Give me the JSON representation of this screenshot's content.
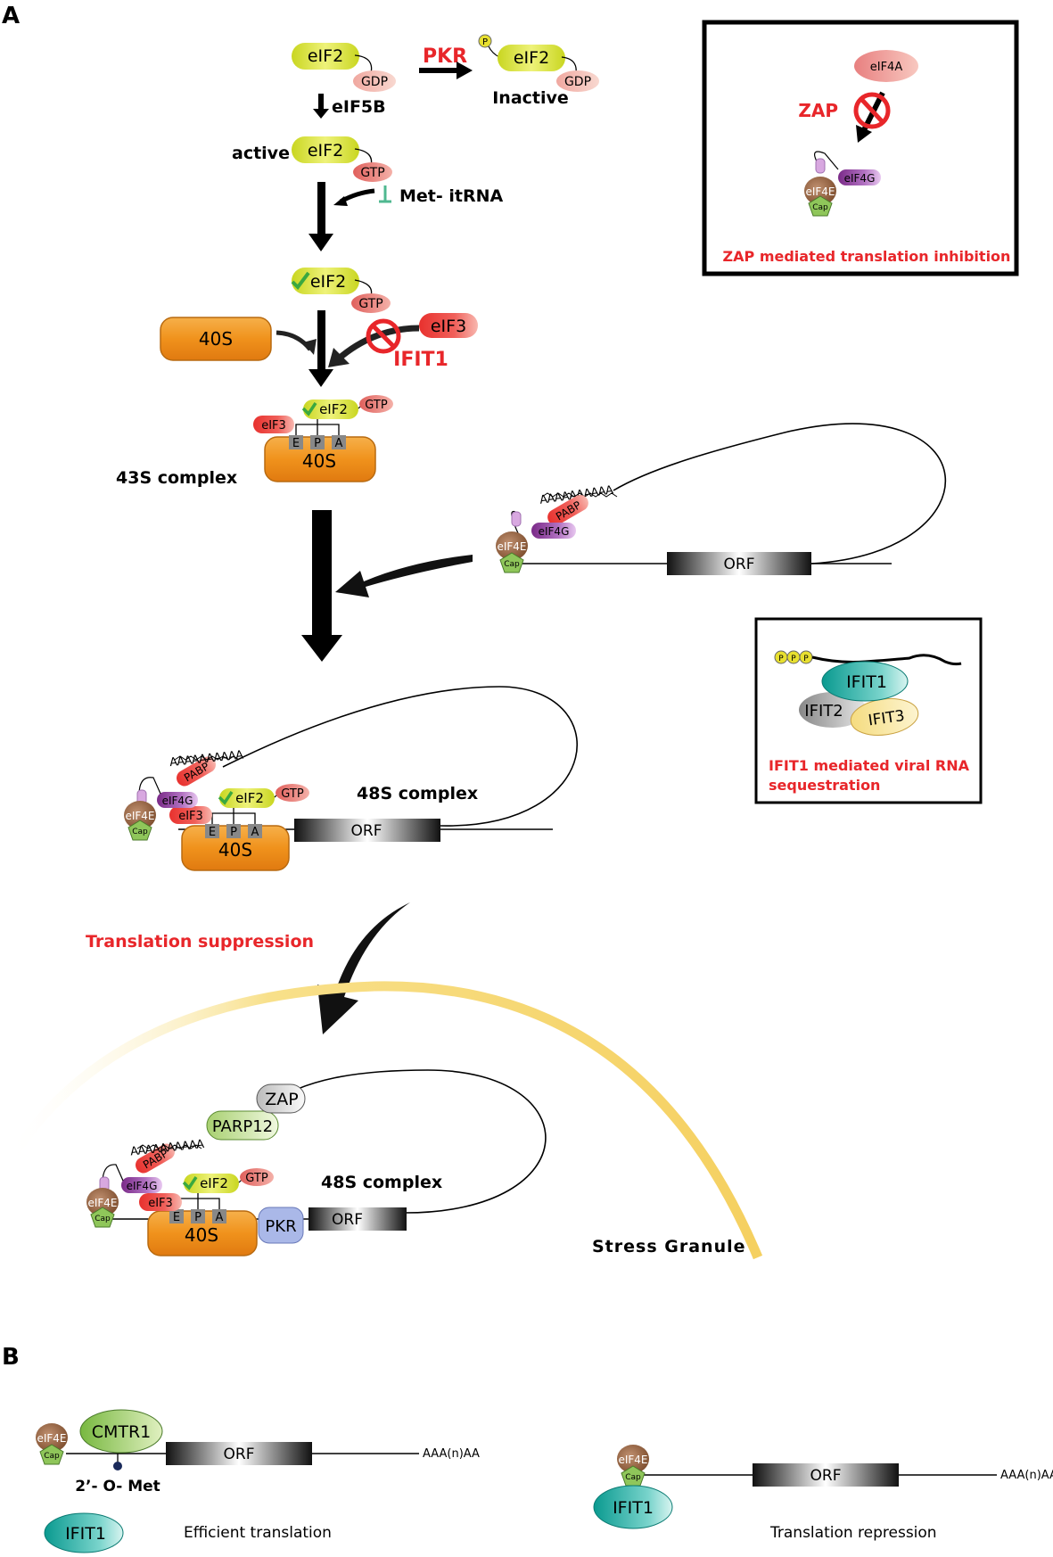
{
  "panels": {
    "a": "A",
    "b": "B"
  },
  "labels": {
    "eif2": "eIF2",
    "gdp": "GDP",
    "gtp": "GTP",
    "pkr": "PKR",
    "p": "P",
    "inactive": "Inactive",
    "eif5b": "eIF5B",
    "active": "active",
    "met_itrna": "Met- itRNA",
    "s40": "40S",
    "eif3": "eIF3",
    "ifit1": "IFIT1",
    "ifit2": "IFIT2",
    "ifit3": "IFIT3",
    "complex43": "43S complex",
    "complex48": "48S complex",
    "e": "E",
    "p_site": "P",
    "a_site": "A",
    "eif4e": "eIF4E",
    "cap": "Cap",
    "eif4g": "eIF4G",
    "eif4a": "eIF4A",
    "pabp": "PABP",
    "polya": "AAAAAAAAAA",
    "orf": "ORF",
    "zap": "ZAP",
    "zap_box_caption": "ZAP mediated translation inhibition",
    "ifit_box_caption_1": "IFIT1 mediated viral RNA",
    "ifit_box_caption_2": "sequestration",
    "translation_suppression": "Translation suppression",
    "parp12": "PARP12",
    "pkr_box": "PKR",
    "stress_granule": "Stress Granule",
    "cmtr1": "CMTR1",
    "two_o_met": "2’- O- Met",
    "aaa_n_aa": "AAA(n)AA",
    "efficient_translation": "Efficient translation",
    "translation_repression": "Translation repression"
  },
  "colors": {
    "eif2": "#d6e030",
    "gtp": "#e0605c",
    "s40": "#f0921c",
    "eif3": "#e8312e",
    "eif4e": "#8b5a3c",
    "cap": "#8fc65a",
    "eif4g": "#8b3c9a",
    "ifit1": "#1aa8a0",
    "ifit3": "#f5dc80",
    "red_text": "#e8262a",
    "stress": "#f8e08a",
    "cmtr1": "#8cc850",
    "pkr_box": "#aab8e8"
  }
}
